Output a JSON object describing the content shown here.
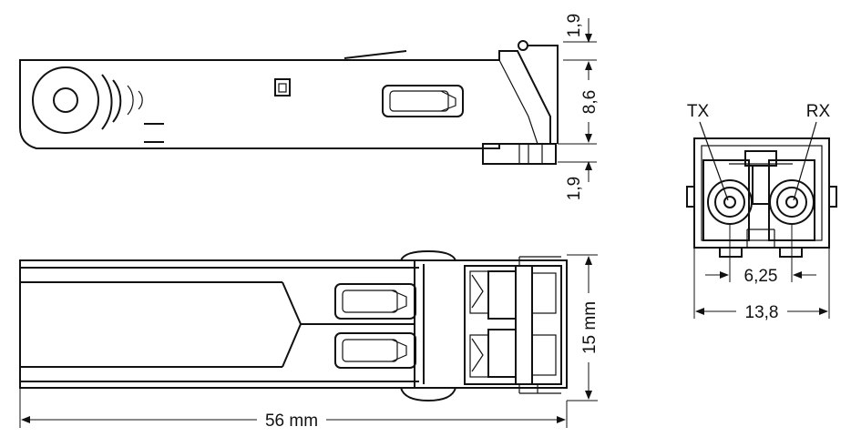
{
  "dimensions": {
    "side_top_gap": "1,9",
    "side_height": "8,6",
    "side_bottom_gap": "1,9",
    "top_height": "15 mm",
    "total_length": "56 mm",
    "fiber_pitch": "6,25",
    "front_width": "13,8"
  },
  "ports": {
    "tx": "TX",
    "rx": "RX"
  }
}
